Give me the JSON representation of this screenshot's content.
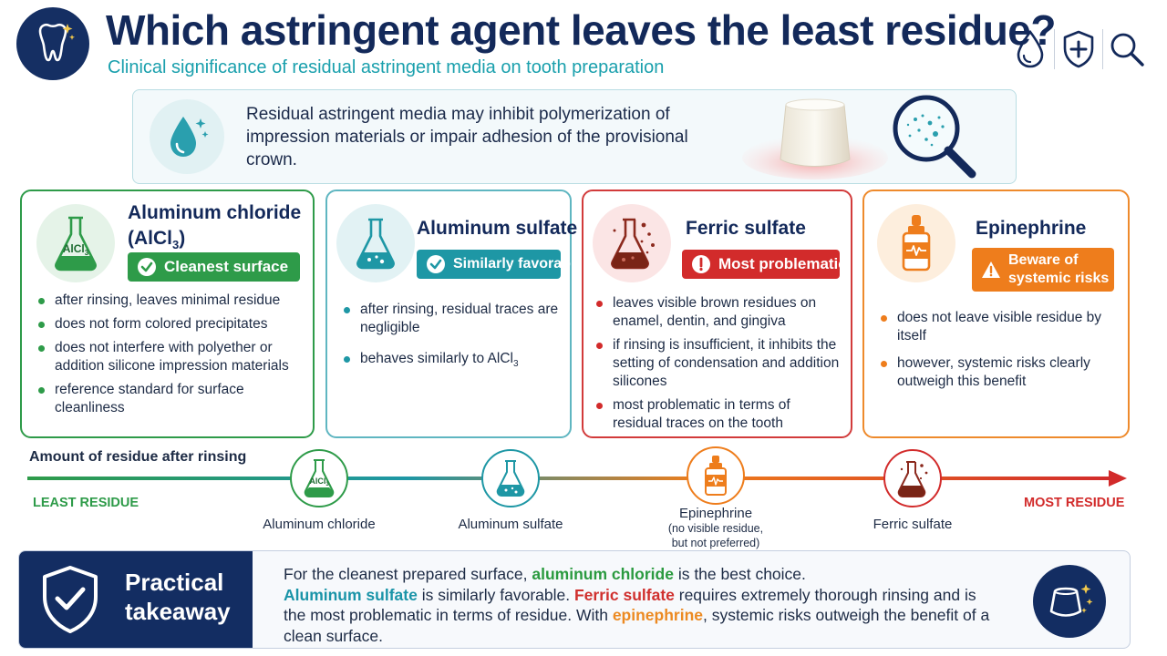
{
  "header": {
    "title": "Which astringent agent leaves the least residue?",
    "subtitle": "Clinical significance of residual astringent media on tooth preparation",
    "icons": [
      "tooth-sparkle-icon",
      "droplet-icon",
      "shield-plus-icon",
      "magnifier-icon"
    ]
  },
  "intro": {
    "text": "Residual astringent media may inhibit polymerization of impression materials or impair adhesion of the provisional crown."
  },
  "cards": [
    {
      "title_main": "Aluminum chloride",
      "title_formula_pre": "(AlCl",
      "title_formula_sub": "3",
      "title_formula_post": ")",
      "flask_label": "AlCl",
      "flask_sub": "3",
      "badge": "Cleanest surface",
      "color": "#2e9b49",
      "bullets": [
        "after rinsing, leaves minimal residue",
        "does not form colored precipitates",
        "does not interfere with polyether or addition silicone impression materials",
        "reference standard for surface cleanliness"
      ]
    },
    {
      "title": "Aluminum sulfate",
      "badge": "Similarly favorable",
      "color": "#1e97a5",
      "bullets": [
        "after rinsing, residual traces are negligible"
      ],
      "bullet2_pre": "behaves similarly to AlCl",
      "bullet2_sub": "3"
    },
    {
      "title": "Ferric sulfate",
      "badge": "Most problematic",
      "color": "#d22b2b",
      "bullets": [
        "leaves visible brown residues on enamel, dentin, and gingiva",
        "if rinsing is insufficient, it inhibits the setting of condensation and addition silicones",
        "most problematic in terms of residual traces on the tooth"
      ]
    },
    {
      "title": "Epinephrine",
      "badge_line1": "Beware of",
      "badge_line2": "systemic risks",
      "color": "#ee7d1c",
      "bullets": [
        "does not leave visible residue by itself",
        "however, systemic risks clearly outweigh this benefit"
      ]
    }
  ],
  "timeline": {
    "heading": "Amount of residue after rinsing",
    "start_label": "LEAST RESIDUE",
    "end_label": "MOST RESIDUE",
    "nodes": [
      {
        "label": "Aluminum chloride",
        "flask_text": "AlCl",
        "flask_sub": "3"
      },
      {
        "label": "Aluminum sulfate"
      },
      {
        "label": "Epinephrine",
        "note_line1": "(no visible residue,",
        "note_line2": "but not preferred)"
      },
      {
        "label": "Ferric sulfate"
      }
    ]
  },
  "takeaway": {
    "title_line1": "Practical",
    "title_line2": "takeaway",
    "s1_pre": "For the cleanest prepared surface, ",
    "s1_hl": "aluminum chloride",
    "s1_post": " is the best choice.",
    "s2_hl": "Aluminum sulfate",
    "s2_post": " is similarly favorable. ",
    "s3_hl": "Ferric sulfate",
    "s3_post": " requires extremely thorough rinsing and is the most problematic in terms of residue. With ",
    "s4_hl": "epinephrine",
    "s4_post": ", systemic risks outweigh the benefit of a clean surface."
  },
  "colors": {
    "navy": "#132d62",
    "teal": "#1aa0ad",
    "green": "#2e9b49",
    "red": "#d22b2b",
    "orange": "#ee7d1c"
  }
}
